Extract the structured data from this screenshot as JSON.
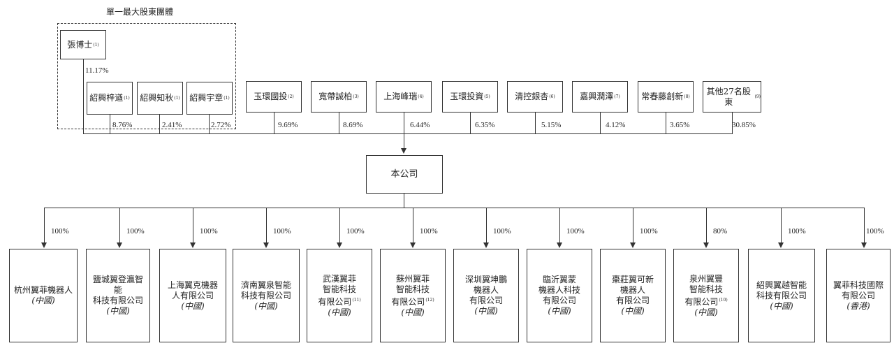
{
  "group": {
    "title": "單一最大股東團體"
  },
  "shareholders": {
    "zhang": {
      "name": "張博士",
      "note": "(1)",
      "pct": "11.17%"
    },
    "group_members": [
      {
        "name": "紹興梓遒",
        "note": "(1)",
        "pct": "8.76%"
      },
      {
        "name": "紹興知秋",
        "note": "(1)",
        "pct": "2.41%"
      },
      {
        "name": "紹興宇章",
        "note": "(1)",
        "pct": "2.72%"
      }
    ],
    "others": [
      {
        "name": "玉環國投",
        "note": "(2)",
        "pct": "9.69%"
      },
      {
        "name": "寬帶誠柏",
        "note": "(3)",
        "pct": "8.69%"
      },
      {
        "name": "上海峰瑞",
        "note": "(4)",
        "pct": "6.44%"
      },
      {
        "name": "玉環投資",
        "note": "(5)",
        "pct": "6.35%"
      },
      {
        "name": "清控銀杏",
        "note": "(6)",
        "pct": "5.15%"
      },
      {
        "name": "嘉興潤澤",
        "note": "(7)",
        "pct": "4.12%"
      },
      {
        "name": "常春藤創新",
        "note": "(8)",
        "pct": "3.65%"
      },
      {
        "name": "其他27名股東",
        "note": "(9)",
        "pct": "30.85%"
      }
    ]
  },
  "company": {
    "name": "本公司"
  },
  "subsidiaries": [
    {
      "lines": [
        "杭州翼菲機器人"
      ],
      "note": "",
      "region": "(中國)",
      "pct": "100%"
    },
    {
      "lines": [
        "鹽城翼登瀛智能",
        "科技有限公司"
      ],
      "note": "",
      "region": "(中國)",
      "pct": "100%"
    },
    {
      "lines": [
        "上海翼克機器",
        "人有限公司"
      ],
      "note": "",
      "region": "(中國)",
      "pct": "100%"
    },
    {
      "lines": [
        "濟南翼泉智能",
        "科技有限公司"
      ],
      "note": "",
      "region": "(中國)",
      "pct": "100%"
    },
    {
      "lines": [
        "武漢翼菲",
        "智能科技",
        "有限公司"
      ],
      "note": "(11)",
      "region": "(中國)",
      "pct": "100%"
    },
    {
      "lines": [
        "蘇州翼菲",
        "智能科技",
        "有限公司"
      ],
      "note": "(12)",
      "region": "(中國)",
      "pct": "100%"
    },
    {
      "lines": [
        "深圳翼坤鵬",
        "機器人",
        "有限公司"
      ],
      "note": "",
      "region": "(中國)",
      "pct": "100%"
    },
    {
      "lines": [
        "臨沂翼蒙",
        "機器人科技",
        "有限公司"
      ],
      "note": "",
      "region": "(中國)",
      "pct": "100%"
    },
    {
      "lines": [
        "棗莊翼可新",
        "機器人",
        "有限公司"
      ],
      "note": "",
      "region": "(中國)",
      "pct": "100%"
    },
    {
      "lines": [
        "泉州翼豐",
        "智能科技",
        "有限公司"
      ],
      "note": "(10)",
      "region": "(中國)",
      "pct": "80%"
    },
    {
      "lines": [
        "紹興翼越智能",
        "科技有限公司"
      ],
      "note": "",
      "region": "(中國)",
      "pct": "100%"
    },
    {
      "lines": [
        "翼菲科技國際",
        "有限公司"
      ],
      "note": "",
      "region": "(香港)",
      "pct": "100%"
    }
  ]
}
